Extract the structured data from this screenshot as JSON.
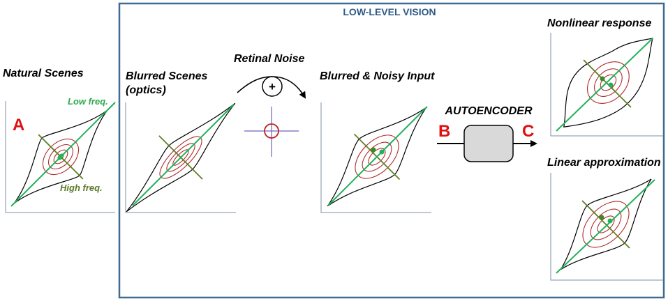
{
  "box": {
    "title": "LOW-LEVEL VISION"
  },
  "panels": {
    "natural": {
      "title": "Natural Scenes",
      "label_low": "Low freq.",
      "label_high": "High freq.",
      "marker": "A"
    },
    "blurred": {
      "title_line1": "Blurred Scenes",
      "title_line2": "(optics)"
    },
    "noise": {
      "title": "Retinal Noise",
      "plus": "+"
    },
    "noisy": {
      "title": "Blurred & Noisy Input"
    },
    "autoencoder": {
      "title": "AUTOENCODER",
      "input_marker": "B",
      "output_marker": "C"
    },
    "nonlinear": {
      "title": "Nonlinear response"
    },
    "linear": {
      "title": "Linear approximation"
    }
  },
  "colors": {
    "box_border": "#3f6a93",
    "box_title": "#2e5a88",
    "marker_red": "#e01010",
    "low_freq_green": "#2fa84f",
    "high_freq_olive": "#5a7a2a",
    "contour_red": "#b02a2a",
    "autoencoder_fill": "#d9d9d9"
  }
}
